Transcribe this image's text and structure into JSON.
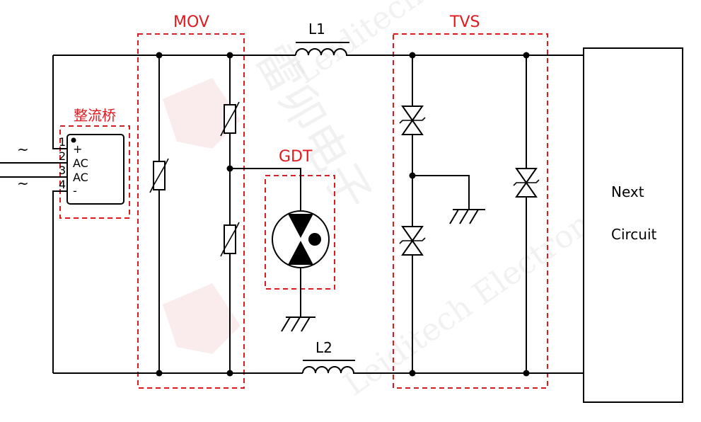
{
  "labels": {
    "mov": "MOV",
    "l1": "L1",
    "l2": "L2",
    "tvs": "TVS",
    "gdt": "GDT",
    "bridge": "整流桥",
    "next_line1": "Next",
    "next_line2": "Circuit"
  },
  "bridge_pins": {
    "pin1": "1",
    "pin2": "2",
    "pin3": "3",
    "pin4": "4",
    "plus": "+",
    "ac_a": "AC",
    "ac_b": "AC",
    "minus": "-"
  },
  "ac_symbols": {
    "top": "~",
    "bottom": "~"
  },
  "watermark": {
    "chinese": "雷卯电子",
    "english": "Leiditech Electronic"
  },
  "colors": {
    "annotation_red": "#e0191e",
    "wire": "#000000"
  }
}
